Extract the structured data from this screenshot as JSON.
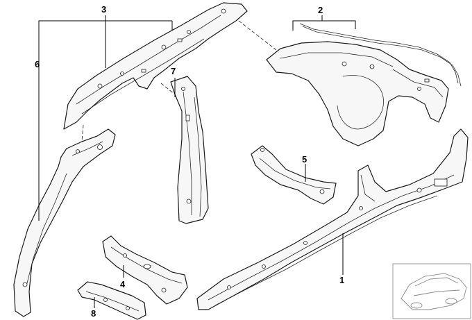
{
  "callouts": {
    "c1": "1",
    "c2": "2",
    "c3": "3",
    "c4": "4",
    "c5": "5",
    "c6": "6",
    "c7": "7",
    "c8": "8"
  },
  "colors": {
    "line": "#1a1a1a",
    "fill": "#f7f7f7",
    "thumbnail": "#8a8a8a"
  }
}
